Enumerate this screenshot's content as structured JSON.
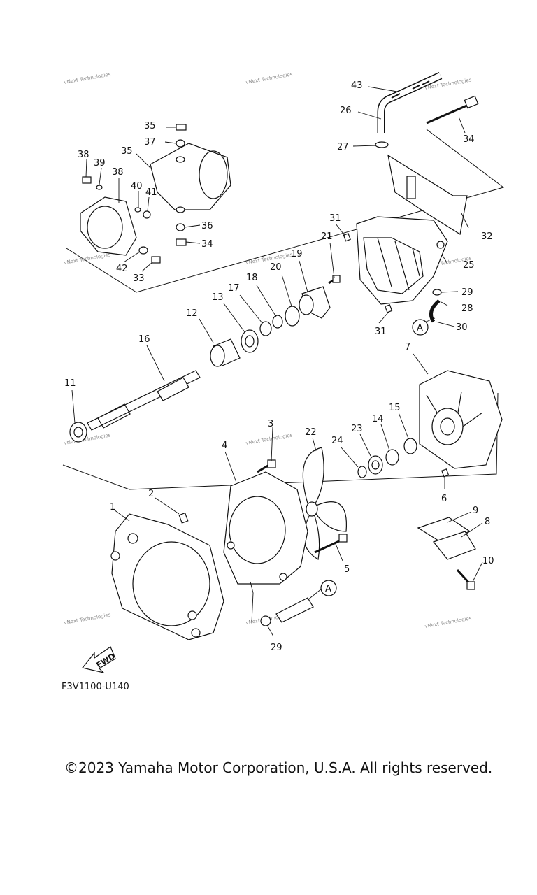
{
  "diagram": {
    "callouts": [
      "1",
      "2",
      "3",
      "4",
      "5",
      "6",
      "7",
      "8",
      "9",
      "10",
      "11",
      "12",
      "13",
      "14",
      "15",
      "16",
      "17",
      "18",
      "19",
      "20",
      "21",
      "22",
      "23",
      "24",
      "25",
      "26",
      "27",
      "28",
      "29",
      "29",
      "30",
      "31",
      "31",
      "32",
      "33",
      "34",
      "34",
      "35",
      "35",
      "36",
      "37",
      "38",
      "38",
      "39",
      "40",
      "41",
      "42",
      "43"
    ],
    "ref_marker": "A",
    "fwd_label": "FWD",
    "watermark": "vNext Technologies",
    "code": "F3V1100-U140"
  },
  "footer": {
    "copyright": "©2023 Yamaha Motor Corporation, U.S.A. All rights reserved."
  }
}
